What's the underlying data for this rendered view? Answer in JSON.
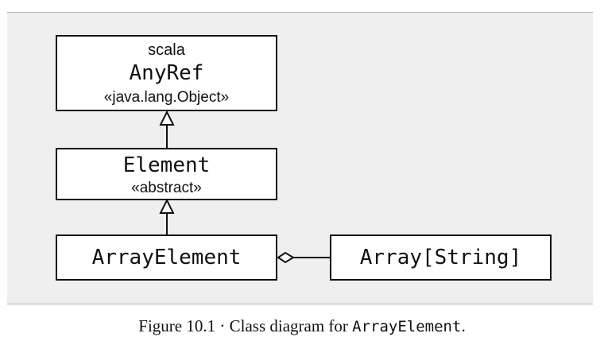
{
  "diagram": {
    "anyref": {
      "package": "scala",
      "name": "AnyRef",
      "stereotype": "«java.lang.Object»"
    },
    "element": {
      "name": "Element",
      "stereotype": "«abstract»"
    },
    "array_element": {
      "name": "ArrayElement"
    },
    "array_string": {
      "name": "Array[String]"
    }
  },
  "caption": {
    "prefix": "Figure 10.1 · Class diagram for ",
    "code": "ArrayElement",
    "suffix": "."
  }
}
